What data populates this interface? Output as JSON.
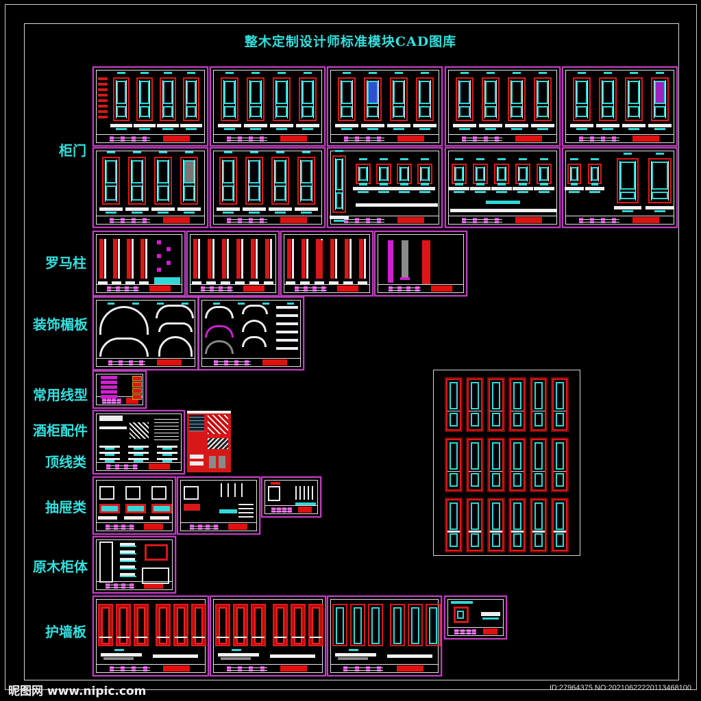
{
  "title": "整木定制设计师标准模块CAD图库",
  "categories": [
    {
      "key": "cabinet-door",
      "label": "柜门"
    },
    {
      "key": "roman-column",
      "label": "罗马柱"
    },
    {
      "key": "decor-lintel",
      "label": "装饰楣板"
    },
    {
      "key": "common-moulding",
      "label": "常用线型"
    },
    {
      "key": "wine-cabinet-parts",
      "label": "酒柜配件"
    },
    {
      "key": "crown-moulding",
      "label": "顶线类"
    },
    {
      "key": "drawer",
      "label": "抽屉类"
    },
    {
      "key": "solid-wood-cabinet",
      "label": "原木柜体"
    },
    {
      "key": "wall-panel",
      "label": "护墙板"
    }
  ],
  "footer": {
    "logo": "昵图网 www.nipic.com",
    "id_text": "ID:27964375 NO:20210622220113468100"
  },
  "colors": {
    "background": "#000000",
    "title_text": "#33e0e0",
    "sheet_border": "#c040c0",
    "drawing_red": "#e01818",
    "drawing_cyan": "#30d8d8",
    "frame_white": "#d8d8d8"
  }
}
